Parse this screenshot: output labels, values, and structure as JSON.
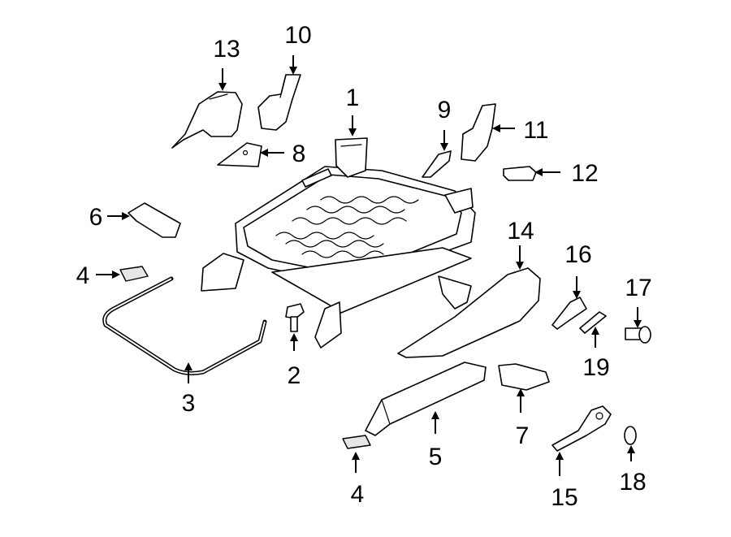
{
  "callouts": [
    {
      "id": "1",
      "text": "1"
    },
    {
      "id": "2",
      "text": "2"
    },
    {
      "id": "3",
      "text": "3"
    },
    {
      "id": "4a",
      "text": "4"
    },
    {
      "id": "4b",
      "text": "4"
    },
    {
      "id": "5",
      "text": "5"
    },
    {
      "id": "6",
      "text": "6"
    },
    {
      "id": "7",
      "text": "7"
    },
    {
      "id": "8",
      "text": "8"
    },
    {
      "id": "9",
      "text": "9"
    },
    {
      "id": "10",
      "text": "10"
    },
    {
      "id": "11",
      "text": "11"
    },
    {
      "id": "12",
      "text": "12"
    },
    {
      "id": "13",
      "text": "13"
    },
    {
      "id": "14",
      "text": "14"
    },
    {
      "id": "15",
      "text": "15"
    },
    {
      "id": "16",
      "text": "16"
    },
    {
      "id": "17",
      "text": "17"
    },
    {
      "id": "18",
      "text": "18"
    },
    {
      "id": "19",
      "text": "19"
    }
  ]
}
